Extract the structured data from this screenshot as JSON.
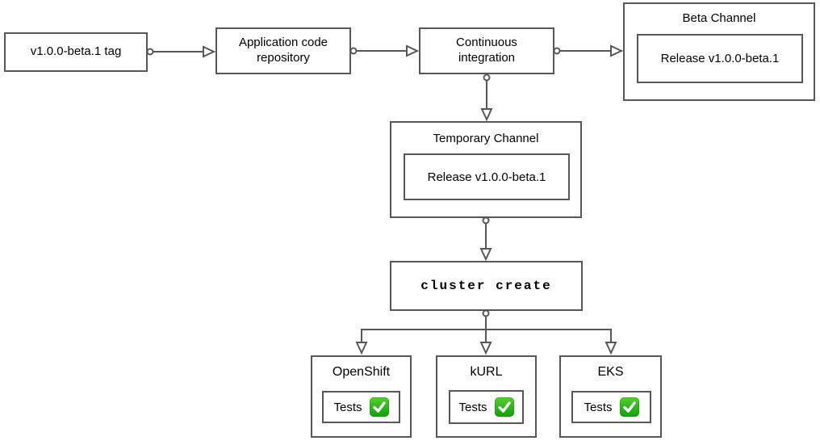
{
  "diagram": {
    "background": "#ffffff",
    "stroke_color": "#575757",
    "text_color": "#000000",
    "check_green": "#2cb31c",
    "nodes": {
      "tag": {
        "label": "v1.0.0-beta.1 tag"
      },
      "repo": {
        "label": "Application code repository"
      },
      "ci": {
        "label": "Continuous integration"
      },
      "beta_channel": {
        "title": "Beta Channel",
        "release_label": "Release v1.0.0-beta.1"
      },
      "temp_channel": {
        "title": "Temporary Channel",
        "release_label": "Release v1.0.0-beta.1"
      },
      "cluster_create": {
        "label": "cluster create"
      },
      "platforms": [
        {
          "title": "OpenShift",
          "tests_label": "Tests",
          "status_icon": "check-mark-icon"
        },
        {
          "title": "kURL",
          "tests_label": "Tests",
          "status_icon": "check-mark-icon"
        },
        {
          "title": "EKS",
          "tests_label": "Tests",
          "status_icon": "check-mark-icon"
        }
      ]
    },
    "edges": [
      "tag -> repo",
      "repo -> ci",
      "ci -> beta_channel",
      "ci -> temp_channel",
      "temp_channel -> cluster_create",
      "cluster_create -> openshift",
      "cluster_create -> kurl",
      "cluster_create -> eks"
    ]
  }
}
